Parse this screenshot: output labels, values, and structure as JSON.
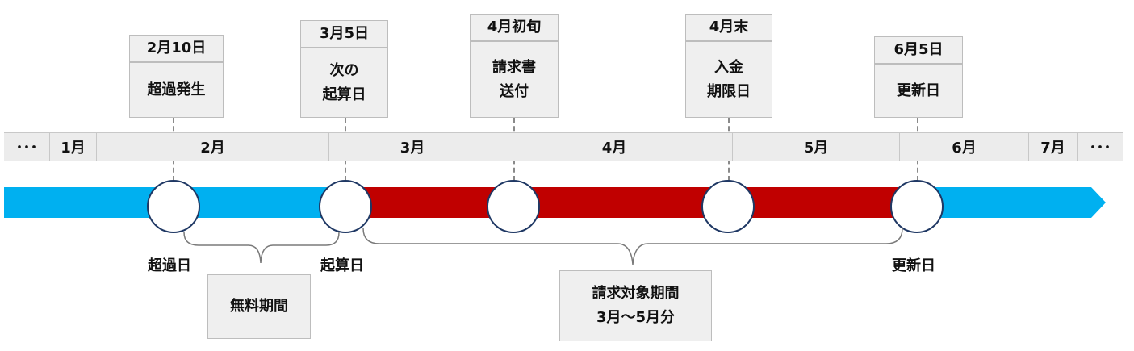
{
  "events": [
    {
      "date": "2月10日",
      "label": "超過発生"
    },
    {
      "date": "3月5日",
      "label": "次の\n起算日"
    },
    {
      "date": "4月初旬",
      "label": "請求書\n送付"
    },
    {
      "date": "4月末",
      "label": "入金\n期限日"
    },
    {
      "date": "6月5日",
      "label": "更新日"
    }
  ],
  "months": [
    "･･･",
    "1月",
    "2月",
    "3月",
    "4月",
    "5月",
    "6月",
    "7月",
    "･･･"
  ],
  "timeline_colors": {
    "normal": "#00b0f0",
    "billing": "#c00000"
  },
  "below_labels": {
    "overage_day": "超過日",
    "start_day": "起算日",
    "renewal_day": "更新日"
  },
  "brackets": {
    "free_period": "無料期間",
    "billing_period": "請求対象期間\n3月～5月分"
  }
}
